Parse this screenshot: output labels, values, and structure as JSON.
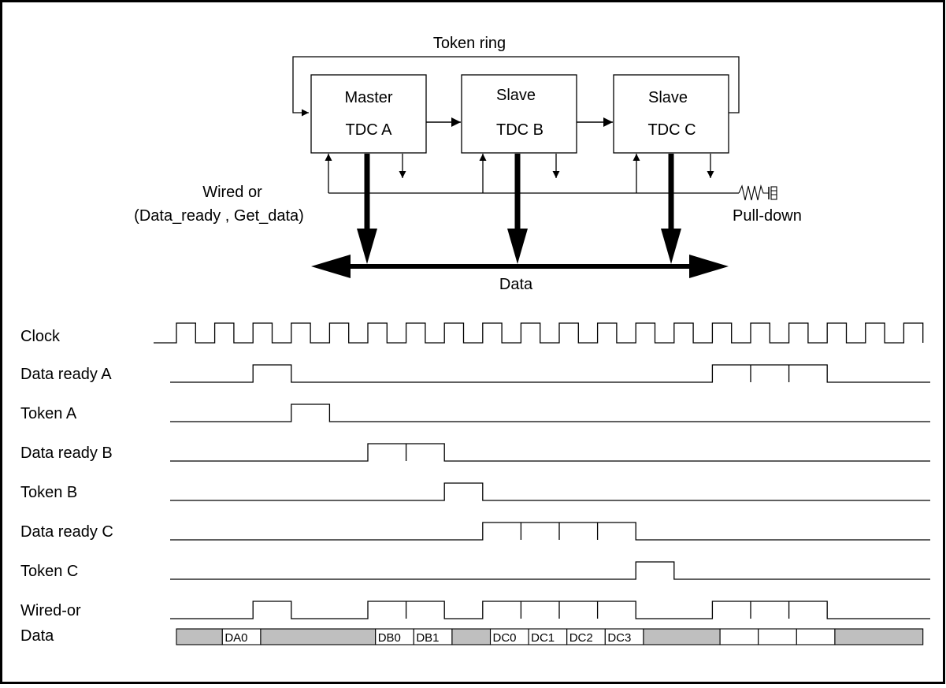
{
  "block_diagram": {
    "ring_label": "Token ring",
    "tdcs": [
      {
        "role": "Master",
        "name": "TDC A"
      },
      {
        "role": "Slave",
        "name": "TDC B"
      },
      {
        "role": "Slave",
        "name": "TDC C"
      }
    ],
    "wired_or_label_1": "Wired or",
    "wired_or_label_2": "(Data_ready , Get_data)",
    "pull_down_label": "Pull-down",
    "data_bus_label": "Data"
  },
  "timing": {
    "clock_label": "Clock",
    "clock_cycles": 20,
    "signals": [
      {
        "label": "Data ready A",
        "pulses": [
          [
            2,
            3
          ],
          [
            14,
            17
          ]
        ],
        "ticks": [
          15,
          16
        ]
      },
      {
        "label": "Token A",
        "pulses": [
          [
            3,
            4
          ]
        ],
        "ticks": []
      },
      {
        "label": "Data ready B",
        "pulses": [
          [
            5,
            7
          ]
        ],
        "ticks": [
          6
        ]
      },
      {
        "label": "Token B",
        "pulses": [
          [
            7,
            8
          ]
        ],
        "ticks": []
      },
      {
        "label": "Data ready C",
        "pulses": [
          [
            8,
            12
          ]
        ],
        "ticks": [
          9,
          10,
          11
        ]
      },
      {
        "label": "Token C",
        "pulses": [
          [
            12,
            13
          ]
        ],
        "ticks": []
      },
      {
        "label": "Wired-or",
        "pulses": [
          [
            2,
            3
          ],
          [
            5,
            7
          ],
          [
            8,
            12
          ],
          [
            14,
            17
          ]
        ],
        "ticks": [
          6,
          9,
          10,
          11,
          15,
          16
        ]
      }
    ],
    "data_row": {
      "label": "Data",
      "cells": [
        {
          "from": 0,
          "to": 1.2,
          "text": "",
          "fill": "#bfbfbf"
        },
        {
          "from": 1.2,
          "to": 2.2,
          "text": "DA0",
          "fill": "#ffffff"
        },
        {
          "from": 2.2,
          "to": 5.2,
          "text": "",
          "fill": "#bfbfbf"
        },
        {
          "from": 5.2,
          "to": 6.2,
          "text": "DB0",
          "fill": "#ffffff"
        },
        {
          "from": 6.2,
          "to": 7.2,
          "text": "DB1",
          "fill": "#ffffff"
        },
        {
          "from": 7.2,
          "to": 8.2,
          "text": "",
          "fill": "#bfbfbf"
        },
        {
          "from": 8.2,
          "to": 9.2,
          "text": "DC0",
          "fill": "#ffffff"
        },
        {
          "from": 9.2,
          "to": 10.2,
          "text": "DC1",
          "fill": "#ffffff"
        },
        {
          "from": 10.2,
          "to": 11.2,
          "text": "DC2",
          "fill": "#ffffff"
        },
        {
          "from": 11.2,
          "to": 12.2,
          "text": "DC3",
          "fill": "#ffffff"
        },
        {
          "from": 12.2,
          "to": 14.2,
          "text": "",
          "fill": "#bfbfbf"
        },
        {
          "from": 14.2,
          "to": 15.2,
          "text": "",
          "fill": "#ffffff"
        },
        {
          "from": 15.2,
          "to": 16.2,
          "text": "",
          "fill": "#ffffff"
        },
        {
          "from": 16.2,
          "to": 17.2,
          "text": "",
          "fill": "#ffffff"
        },
        {
          "from": 17.2,
          "to": 19.5,
          "text": "",
          "fill": "#bfbfbf"
        }
      ]
    }
  },
  "colors": {
    "line": "#000000",
    "data_fill": "#bfbfbf",
    "slot_fill": "#ffffff"
  }
}
